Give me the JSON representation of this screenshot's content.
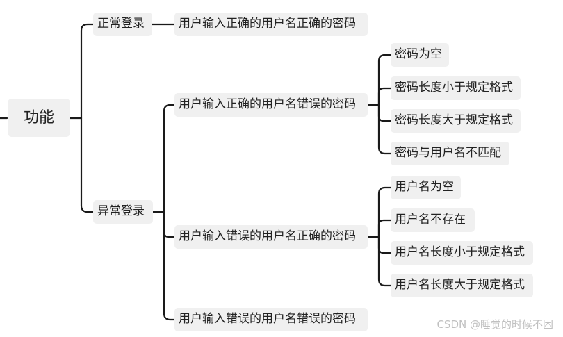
{
  "mindmap": {
    "root": "功能",
    "normal_login": {
      "label": "正常登录",
      "case": "用户输入正确的用户名正确的密码"
    },
    "abnormal_login": {
      "label": "异常登录",
      "case_correct_user_wrong_pwd": {
        "label": "用户输入正确的用户名错误的密码",
        "children": [
          "密码为空",
          "密码长度小于规定格式",
          "密码长度大于规定格式",
          "密码与用户名不匹配"
        ]
      },
      "case_wrong_user_correct_pwd": {
        "label": "用户输入错误的用户名正确的密码",
        "children": [
          "用户名为空",
          "用户名不存在",
          "用户名长度小于规定格式",
          "用户名长度大于规定格式"
        ]
      },
      "case_wrong_user_wrong_pwd": {
        "label": "用户输入错误的用户名错误的密码"
      }
    }
  },
  "watermark": "CSDN @睡觉的时候不困"
}
